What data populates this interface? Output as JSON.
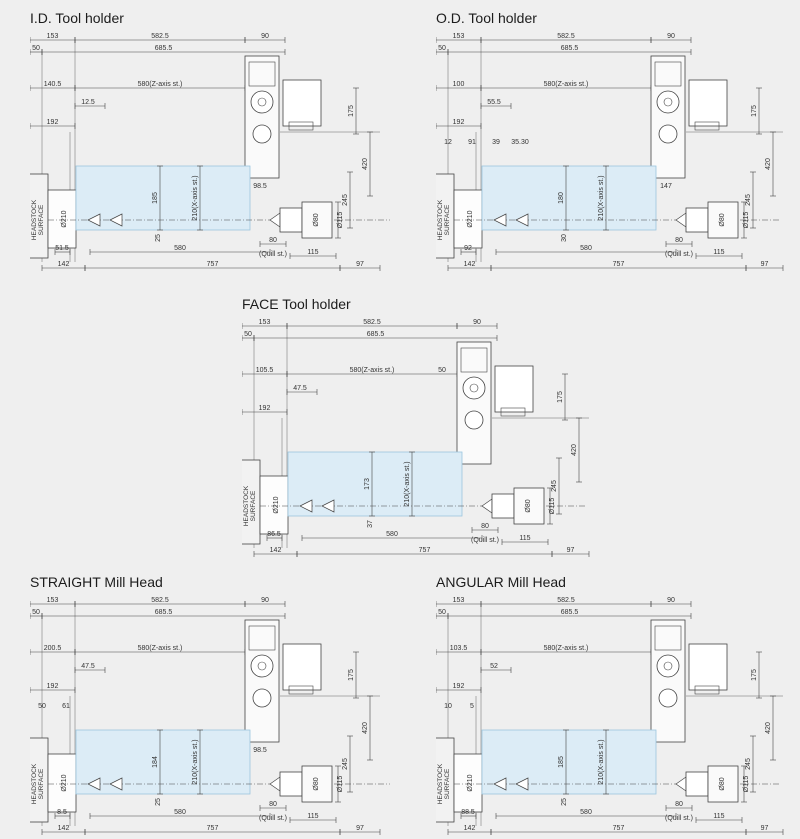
{
  "panels": [
    {
      "title": "I.D. Tool holder",
      "top_dims": [
        "153",
        "582.5",
        "90",
        "50",
        "685.5"
      ],
      "z_stroke": "580(Z-axis st.)",
      "z_left": "140.5",
      "z_sub": "12.5",
      "d192": "192",
      "work_dims": [
        "185",
        "25"
      ],
      "x_stroke": "210(X-axis st.)",
      "tail_dim": "98.5",
      "right_dims": [
        "175",
        "420",
        "245"
      ],
      "chuck_dia": "Ø210",
      "quill_dias": [
        "Ø80",
        "Ø115"
      ],
      "bottom_small": "51.5",
      "bottom_580": "580",
      "quill": [
        "80",
        "(Quill st.)"
      ],
      "dim115": "115",
      "bottom_row": [
        "142",
        "757",
        "97"
      ]
    },
    {
      "title": "O.D. Tool holder",
      "top_dims": [
        "153",
        "582.5",
        "90",
        "50",
        "685.5"
      ],
      "z_stroke": "580(Z-axis st.)",
      "z_left": "100",
      "z_sub": "55.5",
      "d192": "192",
      "extra_dims": [
        "12",
        "91",
        "39",
        "35.30"
      ],
      "work_dims": [
        "180",
        "30"
      ],
      "x_stroke": "210(X-axis st.)",
      "tail_dim": "147",
      "right_dims": [
        "175",
        "420",
        "245"
      ],
      "chuck_dia": "Ø210",
      "quill_dias": [
        "Ø80",
        "Ø115"
      ],
      "bottom_small": "92",
      "bottom_580": "580",
      "quill": [
        "80",
        "(Quill st.)"
      ],
      "dim115": "115",
      "bottom_row": [
        "142",
        "757",
        "97"
      ]
    },
    {
      "title": "FACE Tool holder",
      "top_dims": [
        "153",
        "582.5",
        "90",
        "50",
        "685.5"
      ],
      "z_stroke": "580(Z-axis st.)",
      "z_left": "105.5",
      "z_sub": "47.5",
      "z_right": "50",
      "d192": "192",
      "work_dims": [
        "173",
        "37"
      ],
      "x_stroke": "210(X-axis st.)",
      "right_dims": [
        "175",
        "420",
        "245"
      ],
      "chuck_dia": "Ø210",
      "quill_dias": [
        "Ø80",
        "Ø115"
      ],
      "bottom_small": "86.5",
      "bottom_580": "580",
      "quill": [
        "80",
        "(Quill st.)"
      ],
      "dim115": "115",
      "bottom_row": [
        "142",
        "757",
        "97"
      ]
    },
    {
      "title": "STRAIGHT Mill Head",
      "top_dims": [
        "153",
        "582.5",
        "90",
        "50",
        "685.5"
      ],
      "z_stroke": "580(Z-axis st.)",
      "z_left": "200.5",
      "z_sub": "47.5",
      "d192": "192",
      "extra_dims": [
        "50",
        "61"
      ],
      "work_dims": [
        "184",
        "25"
      ],
      "x_stroke": "210(X-axis st.)",
      "tail_dim": "98.5",
      "right_dims": [
        "175",
        "420",
        "245"
      ],
      "chuck_dia": "Ø210",
      "quill_dias": [
        "Ø80",
        "Ø115"
      ],
      "bottom_small": "8.5",
      "bottom_580": "580",
      "quill": [
        "80",
        "(Quill st.)"
      ],
      "dim115": "115",
      "bottom_row": [
        "142",
        "757",
        "97"
      ]
    },
    {
      "title": "ANGULAR Mill Head",
      "top_dims": [
        "153",
        "582.5",
        "90",
        "50",
        "685.5"
      ],
      "z_stroke": "580(Z-axis st.)",
      "z_left": "103.5",
      "z_sub": "52",
      "d192": "192",
      "work_dims": [
        "185",
        "25"
      ],
      "x_stroke": "210(X-axis st.)",
      "extra_dims": [
        "10",
        "5"
      ],
      "right_dims": [
        "175",
        "420",
        "245"
      ],
      "chuck_dia": "Ø210",
      "quill_dias": [
        "Ø80",
        "Ø115"
      ],
      "bottom_small": "88.5",
      "bottom_580": "580",
      "quill": [
        "80",
        "(Quill st.)"
      ],
      "dim115": "115",
      "bottom_row": [
        "142",
        "757",
        "97"
      ]
    }
  ],
  "headstock_label": [
    "HEADSTOCK",
    "SURFACE"
  ],
  "colors": {
    "work_area_fill": "#dcecf6",
    "work_area_stroke": "#9cc6df",
    "line": "#444444",
    "background": "#efefef"
  }
}
